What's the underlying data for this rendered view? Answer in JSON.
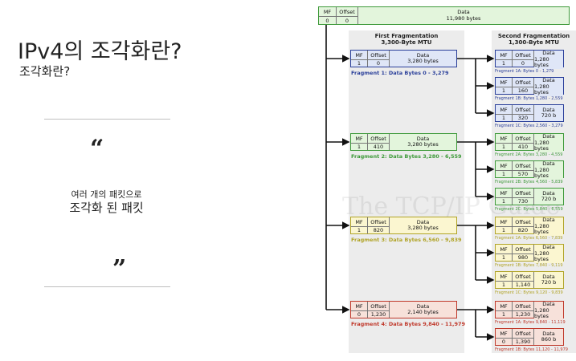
{
  "slide": {
    "title": "IPv4의 조각화란?",
    "subtitle": "조각화란?",
    "quote_open": "“",
    "quote_close": "”",
    "body_line1": "여러 개의 패킷으로",
    "body_line2": "조각화 된 패킷"
  },
  "diagram": {
    "original": {
      "mf_h": "MF",
      "off_h": "Offset",
      "data_h": "Data",
      "mf": "0",
      "off": "0",
      "data": "11,980 bytes"
    },
    "first_header": [
      "First Fragmentation",
      "3,300-Byte MTU"
    ],
    "second_header": [
      "Second Fragmentation",
      "1,300-Byte MTU"
    ],
    "watermark": "The TCP/IP Guide",
    "fragments": [
      {
        "mf": "1",
        "off": "0",
        "data": "3,280 bytes",
        "label": "Fragment 1: Data Bytes 0 - 3,279",
        "color": "#2a3f9a",
        "cls": "blue",
        "subs": [
          {
            "mf": "1",
            "off": "0",
            "data": "1,280 bytes",
            "label": "Fragment 1A: Bytes 0 - 1,279"
          },
          {
            "mf": "1",
            "off": "160",
            "data": "1,280 bytes",
            "label": "Fragment 1B: Bytes 1,280 - 2,559"
          },
          {
            "mf": "1",
            "off": "320",
            "data": "720 b",
            "label": "Fragment 1C: Bytes 2,560 - 3,279"
          }
        ]
      },
      {
        "mf": "1",
        "off": "410",
        "data": "3,280 bytes",
        "label": "Fragment 2: Data Bytes 3,280 - 6,559",
        "color": "#3e9a3a",
        "cls": "green",
        "subs": [
          {
            "mf": "1",
            "off": "410",
            "data": "1,280 bytes",
            "label": "Fragment 2A: Bytes 3,280 - 4,559"
          },
          {
            "mf": "1",
            "off": "570",
            "data": "1,280 bytes",
            "label": "Fragment 2B: Bytes 4,560 - 5,839"
          },
          {
            "mf": "1",
            "off": "730",
            "data": "720 b",
            "label": "Fragment 2C: Bytes 5,840 - 6,559"
          }
        ]
      },
      {
        "mf": "1",
        "off": "820",
        "data": "3,280 bytes",
        "label": "Fragment 3: Data Bytes 6,560 - 9,839",
        "color": "#b1a428",
        "cls": "yellow",
        "subs": [
          {
            "mf": "1",
            "off": "820",
            "data": "1,280 bytes",
            "label": "Fragment 1A: Bytes 6,560 - 7,839"
          },
          {
            "mf": "1",
            "off": "980",
            "data": "1,280 bytes",
            "label": "Fragment 1B: Bytes 7,840 - 9,119"
          },
          {
            "mf": "1",
            "off": "1,140",
            "data": "720 b",
            "label": "Fragment 1C: Bytes 9,120 - 9,839"
          }
        ]
      },
      {
        "mf": "0",
        "off": "1,230",
        "data": "2,140 bytes",
        "label": "Fragment 4: Data Bytes 9,840 - 11,979",
        "color": "#c0392b",
        "cls": "red",
        "subs": [
          {
            "mf": "1",
            "off": "1,230",
            "data": "1,280 bytes",
            "label": "Fragment 1A: Bytes 9,840 - 11,119"
          },
          {
            "mf": "0",
            "off": "1,390",
            "data": "860 b",
            "label": "Fragment 1B: Bytes 11,120 - 11,979"
          }
        ]
      }
    ]
  }
}
